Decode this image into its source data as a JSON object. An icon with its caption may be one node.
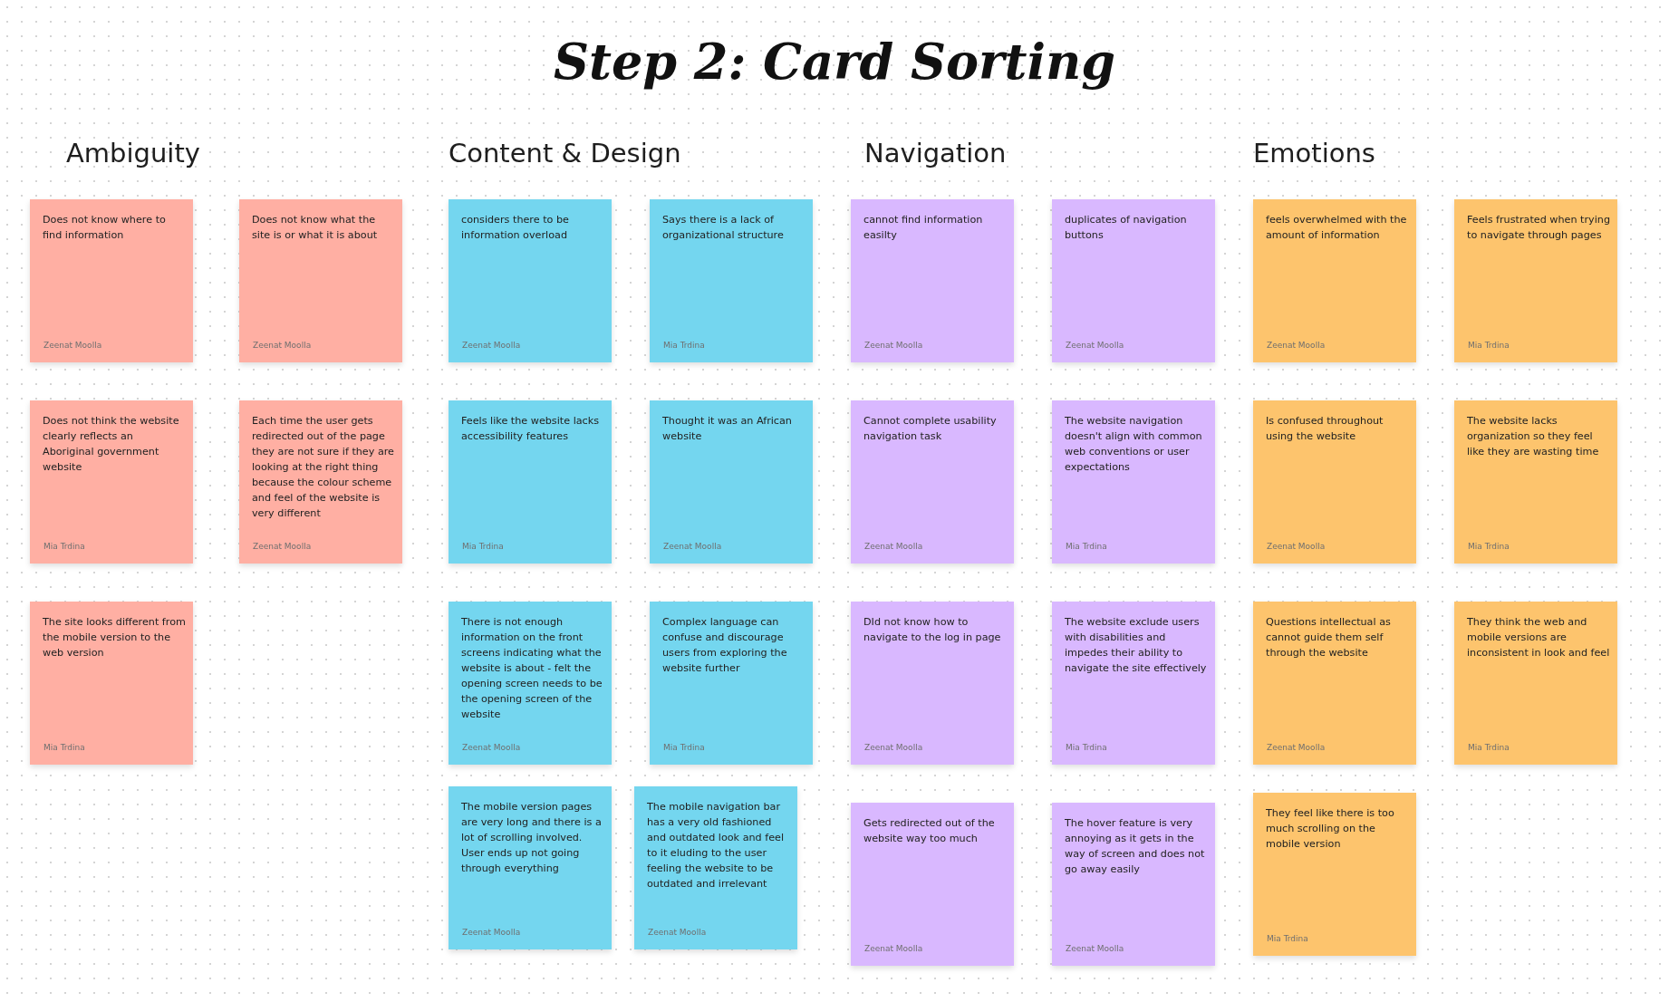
{
  "diagram": {
    "title": "Step 2: Card Sorting",
    "nodes": [
      {
        "text": [
          "Does not know where to find information",
          "Zeenat Moolla"
        ]
      },
      {
        "text": [
          "Does not know what the site is or what it is about",
          "Zeenat Moolla"
        ]
      },
      {
        "text": [
          "Does not think the website clearly reflects an Aboriginal government website",
          "Mia Trdina"
        ]
      },
      {
        "text": [
          "Each time the user gets redirected out of the page they are not sure if they are looking at the right thing because the colour scheme and feel of the website is very different",
          "Zeenat Moolla"
        ]
      },
      {
        "text": [
          "The site looks different from the mobile version to the web version",
          "Mia Trdina"
        ]
      },
      {
        "text": [
          "considers there to be information overload",
          "Zeenat Moolla"
        ]
      },
      {
        "text": [
          "Says there is a lack of organizational structure",
          "Mia Trdina"
        ]
      },
      {
        "text": [
          "Feels like the website lacks accessibility features",
          "Mia Trdina"
        ]
      },
      {
        "text": [
          "Thought it was an African website",
          "Zeenat Moolla"
        ]
      },
      {
        "text": [
          "There is not enough information on the front screens indicating what the website is about - felt the opening screen needs to be the opening screen of the website",
          "Zeenat Moolla"
        ]
      },
      {
        "text": [
          "Complex language can confuse and discourage users from exploring the website further",
          "Mia Trdina"
        ]
      },
      {
        "text": [
          "The mobile version pages are very long and there is a lot of scrolling involved. User ends up not going through everything",
          "Zeenat Moolla"
        ]
      },
      {
        "text": [
          "The mobile navigation bar has a very old fashioned and outdated look and feel to it eluding to the user feeling the website to be outdated and irrelevant",
          "Zeenat Moolla"
        ]
      },
      {
        "text": [
          "cannot find information easilty",
          "Zeenat Moolla"
        ]
      },
      {
        "text": [
          "duplicates of navigation buttons",
          "Zeenat Moolla"
        ]
      },
      {
        "text": [
          "Cannot complete usability navigation task",
          "Zeenat Moolla"
        ]
      },
      {
        "text": [
          "The website navigation doesn't align with common web conventions or user expectations",
          "Mia Trdina"
        ]
      },
      {
        "text": [
          "DId not know how to navigate to the log in page",
          "Zeenat Moolla"
        ]
      },
      {
        "text": [
          "The website exclude users with disabilities and impedes their ability to navigate the site effectively",
          "Mia Trdina"
        ]
      },
      {
        "text": [
          "Gets redirected out of the website way too much",
          "Zeenat Moolla"
        ]
      },
      {
        "text": [
          "The hover feature is very annoying as it gets in the way of screen and does not go away easily",
          "Zeenat Moolla"
        ]
      },
      {
        "text": [
          "feels overwhelmed with the amount of information",
          "Zeenat Moolla"
        ]
      },
      {
        "text": [
          "Feels frustrated when trying to navigate through pages",
          "Mia Trdina"
        ]
      },
      {
        "text": [
          "Is confused throughout using the website",
          "Zeenat Moolla"
        ]
      },
      {
        "text": [
          "The website lacks organization so they feel like they are wasting time",
          "Mia Trdina"
        ]
      },
      {
        "text": [
          "Questions intellectual as cannot guide them self through the website",
          "Zeenat Moolla"
        ]
      },
      {
        "text": [
          "They think the web and mobile versions are inconsistent in look and feel",
          "Mia Trdina"
        ]
      },
      {
        "text": [
          "They feel like there is too much scrolling on the mobile version",
          "Mia Trdina"
        ]
      }
    ],
    "labels": [
      "Ambiguity",
      "Content & Design",
      "Navigation",
      "Emotions"
    ]
  }
}
